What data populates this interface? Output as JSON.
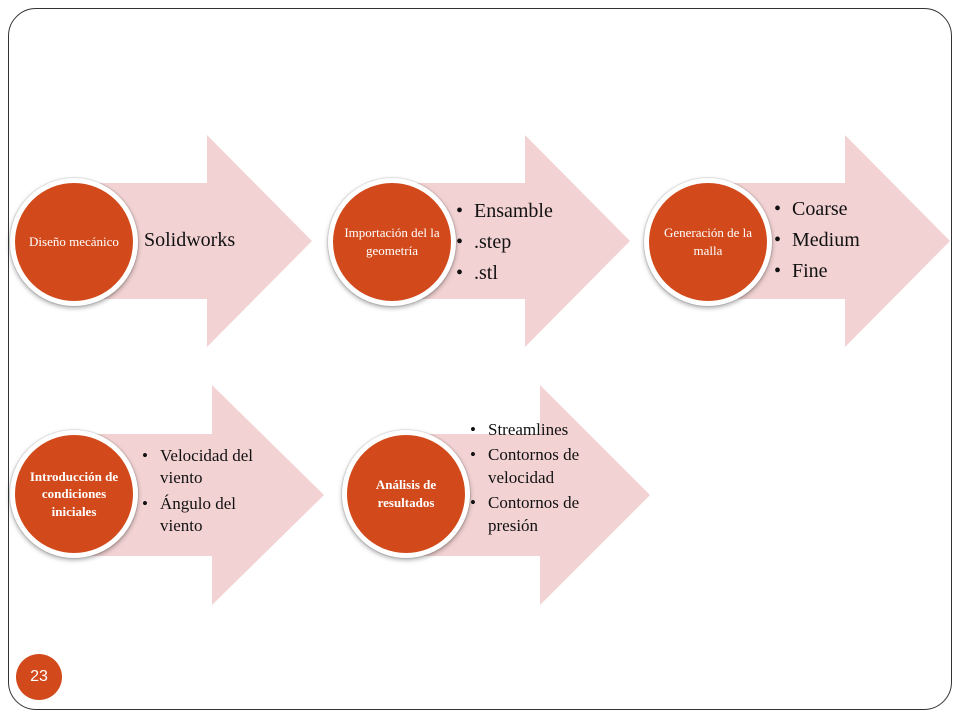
{
  "colors": {
    "accent": "#d24a1b",
    "arrow_fill": "#f2d2d2"
  },
  "steps": [
    {
      "circle_label": "Diseño mecánico",
      "label": "Solidworks"
    },
    {
      "circle_label": "Importación del la geometría",
      "items": [
        "Ensamble",
        ".step",
        ".stl"
      ]
    },
    {
      "circle_label": "Generación de la malla",
      "items": [
        "Coarse",
        "Medium",
        "Fine"
      ]
    },
    {
      "circle_label": "Introducción de condiciones iniciales",
      "items": [
        "Velocidad del viento",
        "Ángulo del viento"
      ]
    },
    {
      "circle_label": "Análisis de resultados",
      "items": [
        "Streamlines",
        "Contornos de velocidad",
        "Contornos de presión"
      ]
    }
  ],
  "page_number": "23"
}
